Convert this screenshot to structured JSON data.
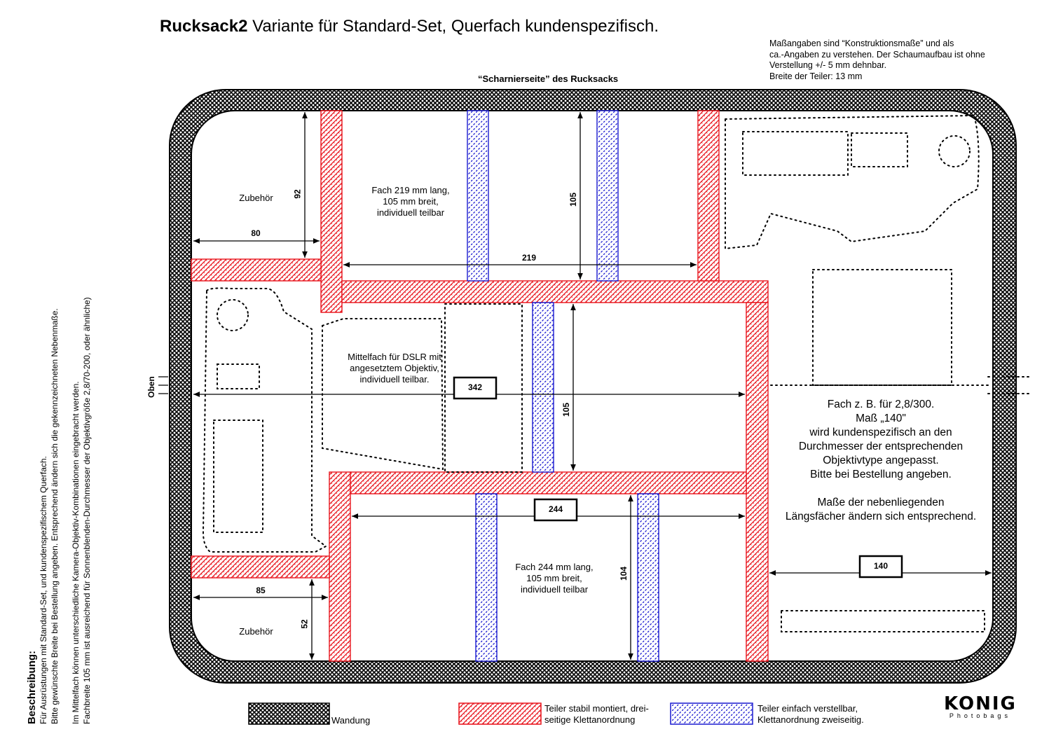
{
  "title": {
    "bold": "Rucksack2",
    "rest": " Variante für Standard-Set, Querfach kundenspezifisch."
  },
  "note": [
    "Maßangaben sind “Konstruktionsmaße” und als",
    "ca.-Angaben zu verstehen. Der Schaumaufbau ist ohne",
    "Verstellung +/- 5 mm dehnbar.",
    "Breite der Teiler: 13 mm"
  ],
  "hinge_label": "“Scharnierseite” des Rucksacks",
  "side_label": "Oben",
  "compartments": {
    "zubehoer_top": "Zubehör",
    "fach_top": [
      "Fach 219 mm lang,",
      "105 mm breit,",
      "individuell teilbar"
    ],
    "mittelfach": [
      "Mittelfach für DSLR mit",
      "angesetztem Objektiv,",
      "individuell teilbar."
    ],
    "fach_bottom": [
      "Fach 244 mm lang,",
      "105 mm breit,",
      "individuell teilbar"
    ],
    "zubehoer_bottom": "Zubehör",
    "querfach": [
      "Fach z. B. für 2,8/300.",
      "Maß „140\"",
      "wird kundenspezifisch an den",
      "Durchmesser der entsprechenden",
      "Objektivtype angepasst.",
      "Bitte bei Bestellung angeben.",
      "",
      "Maße der nebenliegenden",
      "Längsfächer ändern sich entsprechend."
    ]
  },
  "dimensions": {
    "d92": "92",
    "d80": "80",
    "d219": "219",
    "d105_top": "105",
    "d342": "342",
    "d105_mid": "105",
    "d244": "244",
    "d104": "104",
    "d85": "85",
    "d52": "52",
    "d140": "140"
  },
  "description": {
    "heading": "Beschreibung:",
    "lines": [
      "Für Ausrüstungen mit Standard-Set, und kundenspezifischem Querfach.",
      "Bitte gewünschte Breite bei Bestellung angeben. Entsprechend ändern sich die gekennzeichneten Nebenmaße.",
      "",
      "Im Mittelfach können unterschiedliche Kamera-Objektiv-Kombinationen eingebracht werden.",
      "Fachbreite 105 mm ist ausreichend für Sonnenblenden-Durchmesser der Objektivgröße 2,8/70-200, oder ähnliche)"
    ]
  },
  "legend": {
    "wall": "Wandung",
    "fixed": [
      "Teiler stabil montiert, drei-",
      "seitige Klettanordnung"
    ],
    "adjustable": [
      "Teiler einfach verstellbar,",
      "Klettanordnung zweiseitig."
    ]
  },
  "logo": {
    "brand": "KONIG",
    "sub": "Photobags"
  },
  "colors": {
    "fixed": "#e8141c",
    "adjustable": "#1a1ad0",
    "wall": "#000000"
  }
}
